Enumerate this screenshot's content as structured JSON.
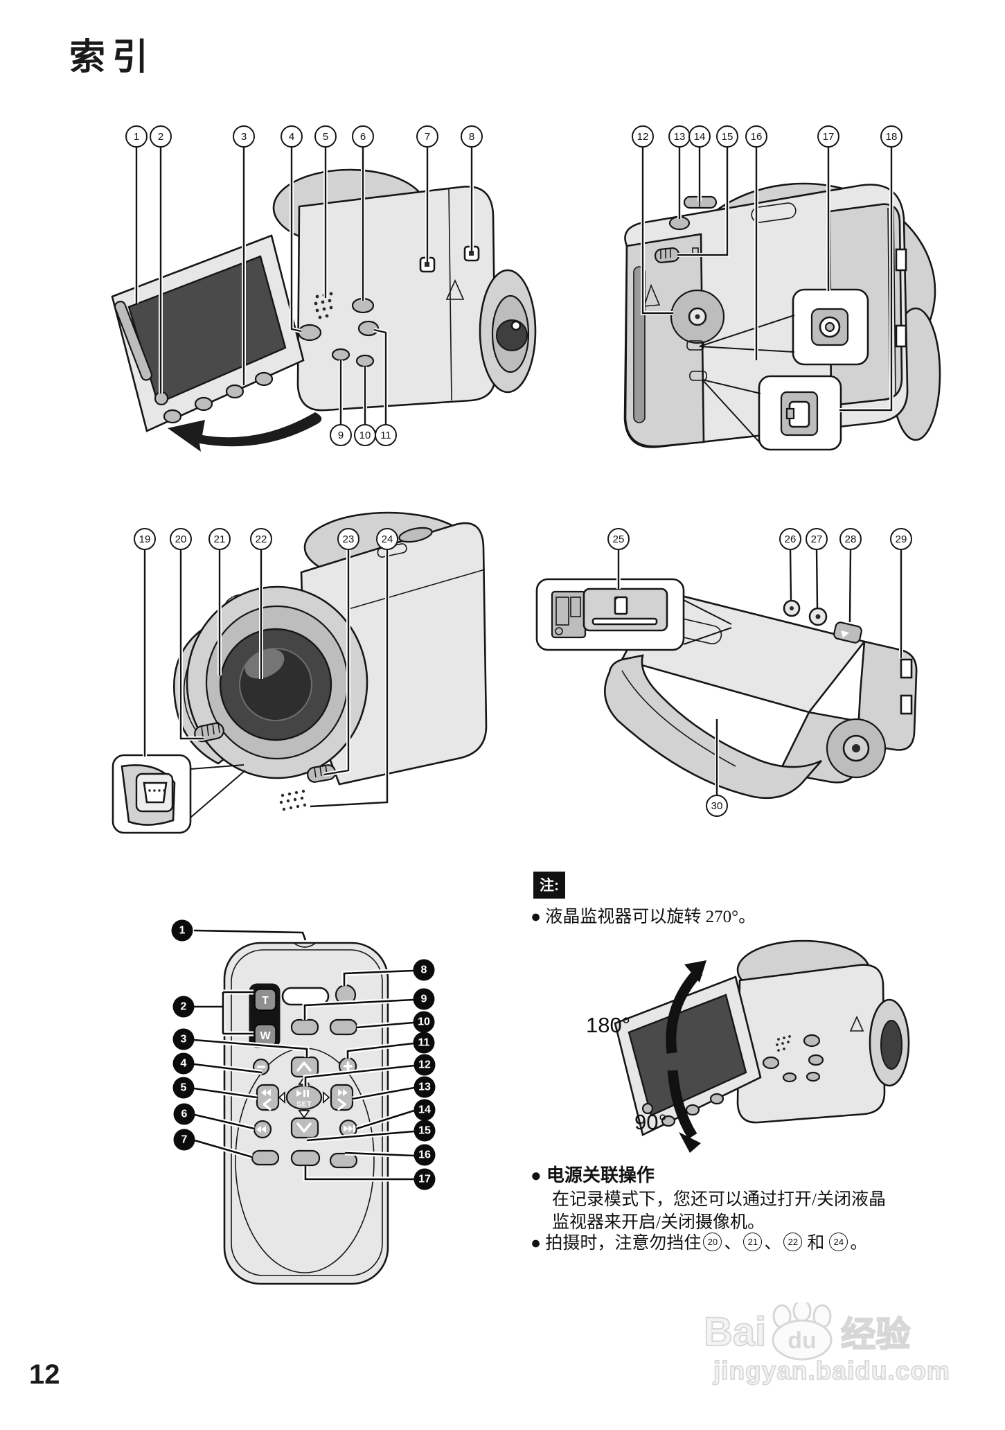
{
  "page": {
    "title": "索引",
    "number": "12"
  },
  "d1": {
    "callouts": [
      "1",
      "2",
      "3",
      "4",
      "5",
      "6",
      "7",
      "8",
      "9",
      "10",
      "11"
    ]
  },
  "d2": {
    "callouts": [
      "12",
      "13",
      "14",
      "15",
      "16",
      "17",
      "18"
    ]
  },
  "d3": {
    "callouts": [
      "19",
      "20",
      "21",
      "22",
      "23",
      "24"
    ]
  },
  "d4": {
    "callouts": [
      "25",
      "26",
      "27",
      "28",
      "29",
      "30"
    ]
  },
  "remote": {
    "callouts": [
      "1",
      "2",
      "3",
      "4",
      "5",
      "6",
      "7",
      "8",
      "9",
      "10",
      "11",
      "12",
      "13",
      "14",
      "15",
      "16",
      "17"
    ],
    "keys": {
      "tele": "T",
      "wide": "W",
      "set": "SET"
    }
  },
  "notes": {
    "tag": "注:",
    "b1": "● 液晶监视器可以旋转 270°。",
    "deg180": "180°",
    "deg90": "90°",
    "b2_title": "● 电源关联操作",
    "b2_l1": "在记录模式下，您还可以通过打开/关闭液晶",
    "b2_l2": "监视器来开启/关闭摄像机。",
    "b3_pre": "● 拍摄时，注意勿挡住",
    "b3_n1": "20",
    "b3_n2": "21",
    "b3_n3": "22",
    "b3_n4": "24",
    "b3_sep": "、",
    "b3_and": "和",
    "b3_end": "。"
  },
  "watermark": {
    "bai": "Bai",
    "du": "du",
    "jingyan": "经验",
    "url": "jingyan.baidu.com"
  }
}
